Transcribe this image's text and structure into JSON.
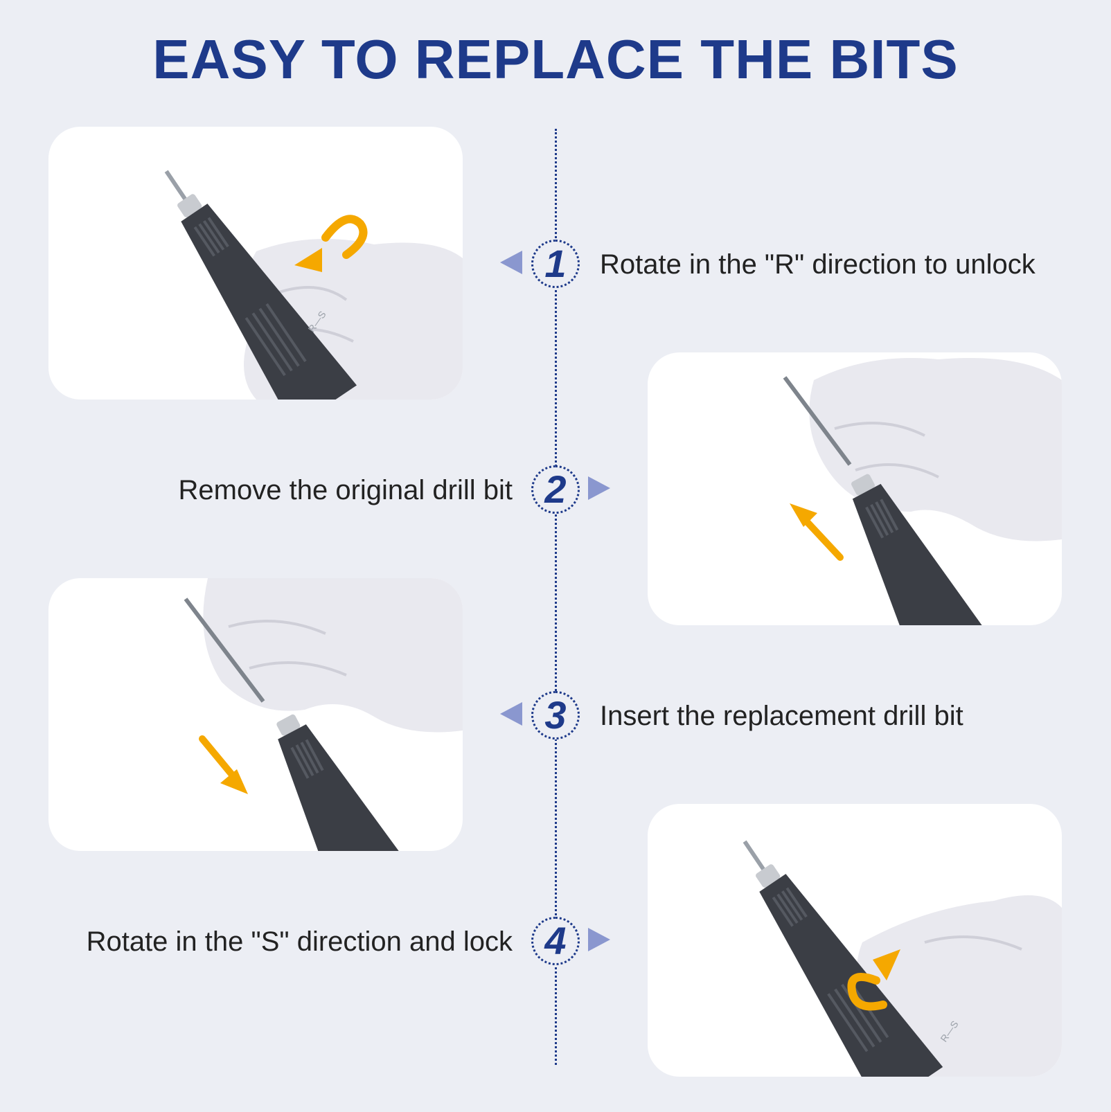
{
  "title": "EASY TO REPLACE THE BITS",
  "steps": [
    {
      "number": "1",
      "caption": "Rotate in the \"R\" direction to unlock",
      "pointer": "left"
    },
    {
      "number": "2",
      "caption": "Remove the original drill bit",
      "pointer": "right"
    },
    {
      "number": "3",
      "caption": "Insert the replacement drill bit",
      "pointer": "left"
    },
    {
      "number": "4",
      "caption": "Rotate in the \"S\" direction and lock",
      "pointer": "right"
    }
  ],
  "handpiece_marking": "R—S",
  "colors": {
    "title": "#1e3a8a",
    "background": "#eceef4",
    "accent_arrow": "#f5a800",
    "pointer": "#8a97cf",
    "handpiece": "#3b3e45"
  },
  "icons": [
    "rotate-arrow-icon",
    "insert-arrow-icon",
    "remove-arrow-icon",
    "pointer-triangle-icon"
  ]
}
